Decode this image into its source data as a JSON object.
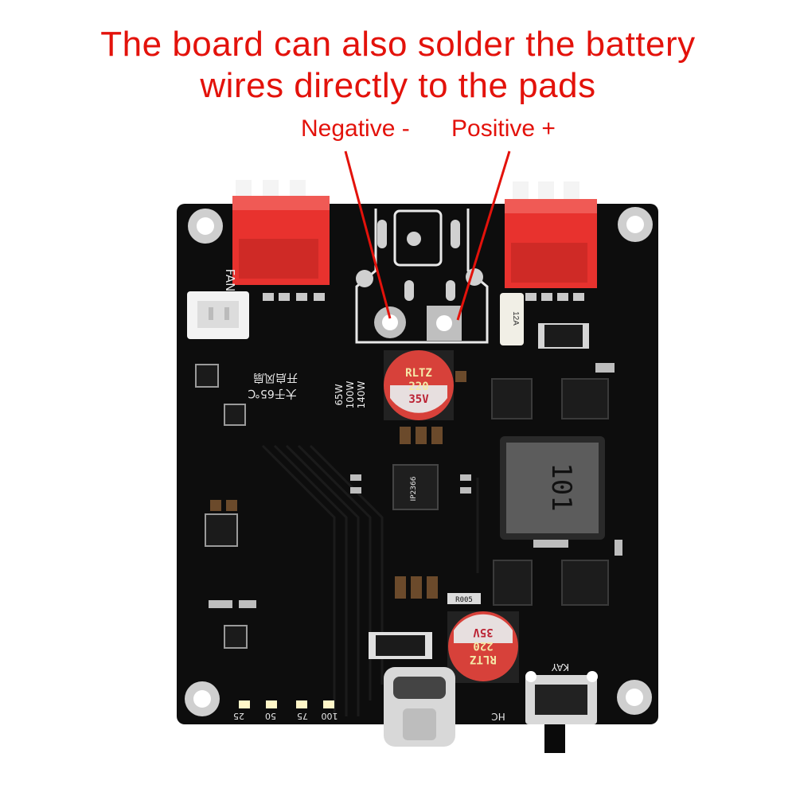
{
  "caption": {
    "line1": "The board can also solder the battery",
    "line2": "wires directly to the pads",
    "negative_label": "Negative -",
    "positive_label": "Positive +"
  },
  "colors": {
    "accent_text": "#e3120b",
    "pcb": "#0d0d0d",
    "connector": "#e8322e",
    "capacitor": "#d7413a",
    "silkscreen": "#e8e8e8"
  },
  "silkscreen": {
    "fan": "FAN",
    "temp_cn": "开启风扇",
    "temp_cn2": "大于65℃",
    "power_65": "65W",
    "power_100": "100W",
    "power_140": "140W",
    "fuse": "12A",
    "inductor": "101",
    "chip": "IP2366",
    "resistor": "R005",
    "cap_brand": "RLTZ",
    "cap_value": "220",
    "cap_voltage": "35V",
    "led_25": "25",
    "led_50": "50",
    "led_75": "75",
    "led_100": "100",
    "hc": "HC",
    "key": "KAY"
  }
}
